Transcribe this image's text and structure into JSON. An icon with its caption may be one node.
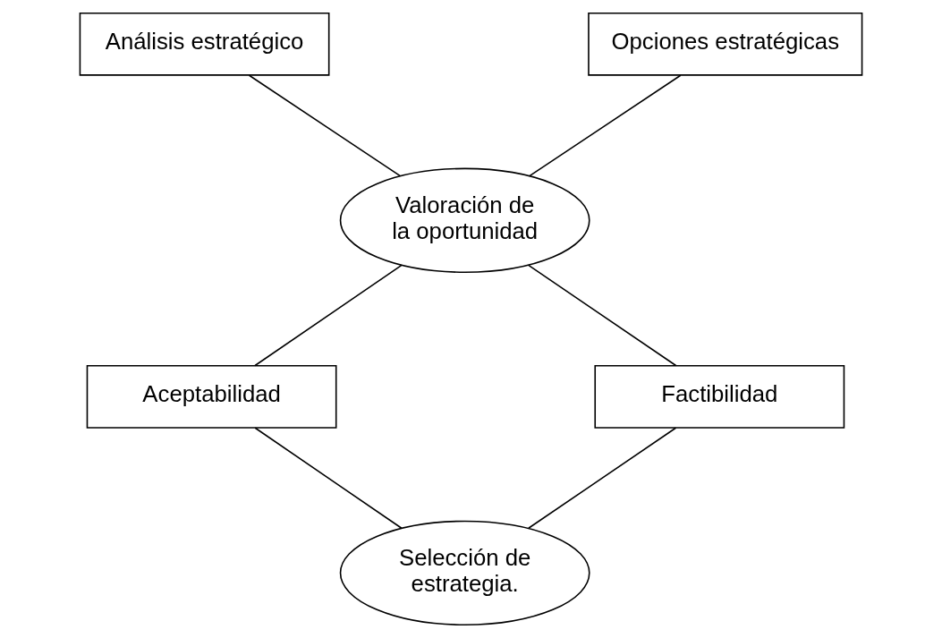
{
  "diagram": {
    "nodes": [
      {
        "text": [
          "Análisis estratégico"
        ]
      },
      {
        "text": [
          "Opciones estratégicas"
        ]
      },
      {
        "text": [
          "Valoración de la oportunidad"
        ]
      },
      {
        "text": [
          "Aceptabilidad"
        ]
      },
      {
        "text": [
          "Factibilidad"
        ]
      },
      {
        "text": [
          "Selección de estrategia."
        ]
      }
    ],
    "edges": [
      {
        "from": 0,
        "to": 2,
        "arrow": "none"
      },
      {
        "from": 1,
        "to": 2,
        "arrow": "none"
      },
      {
        "from": 2,
        "to": 3,
        "arrow": "none"
      },
      {
        "from": 2,
        "to": 4,
        "arrow": "none"
      },
      {
        "from": 3,
        "to": 5,
        "arrow": "none"
      },
      {
        "from": 4,
        "to": 5,
        "arrow": "none"
      }
    ]
  }
}
